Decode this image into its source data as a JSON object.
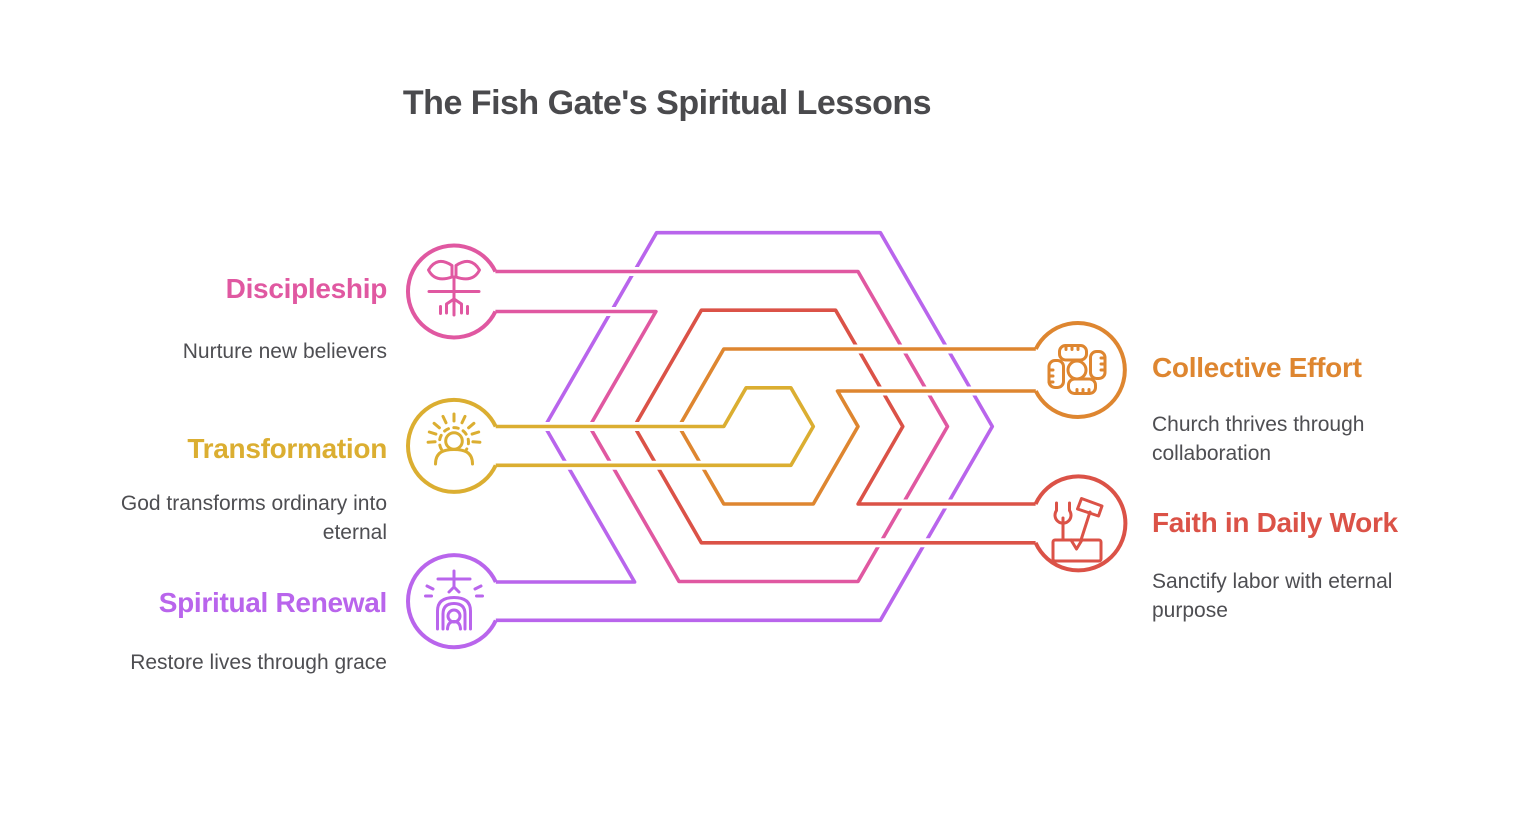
{
  "title": "The Fish Gate's Spiritual Lessons",
  "colors": {
    "pink": "#e058a1",
    "gold": "#dbae31",
    "purple": "#b965ec",
    "orange": "#de8630",
    "red": "#db5247",
    "title_text": "#4a4a4d",
    "body_text": "#4e4e52"
  },
  "nodes": [
    {
      "id": "discipleship",
      "label": "Discipleship",
      "description": "Nurture new believers",
      "color_key": "pink",
      "icon": "sprout-icon",
      "side": "left"
    },
    {
      "id": "transformation",
      "label": "Transformation",
      "description": "God transforms ordinary into\neternal",
      "color_key": "gold",
      "icon": "radiant-person-icon",
      "side": "left"
    },
    {
      "id": "spiritual-renewal",
      "label": "Spiritual Renewal",
      "description": "Restore lives through grace",
      "color_key": "purple",
      "icon": "dove-person-icon",
      "side": "left"
    },
    {
      "id": "collective-effort",
      "label": "Collective Effort",
      "description": "Church thrives through\ncollaboration",
      "color_key": "orange",
      "icon": "joined-hands-icon",
      "side": "right"
    },
    {
      "id": "faith-in-daily-work",
      "label": "Faith in Daily Work",
      "description": "Sanctify labor with eternal\npurpose",
      "color_key": "red",
      "icon": "tools-icon",
      "side": "right"
    }
  ]
}
